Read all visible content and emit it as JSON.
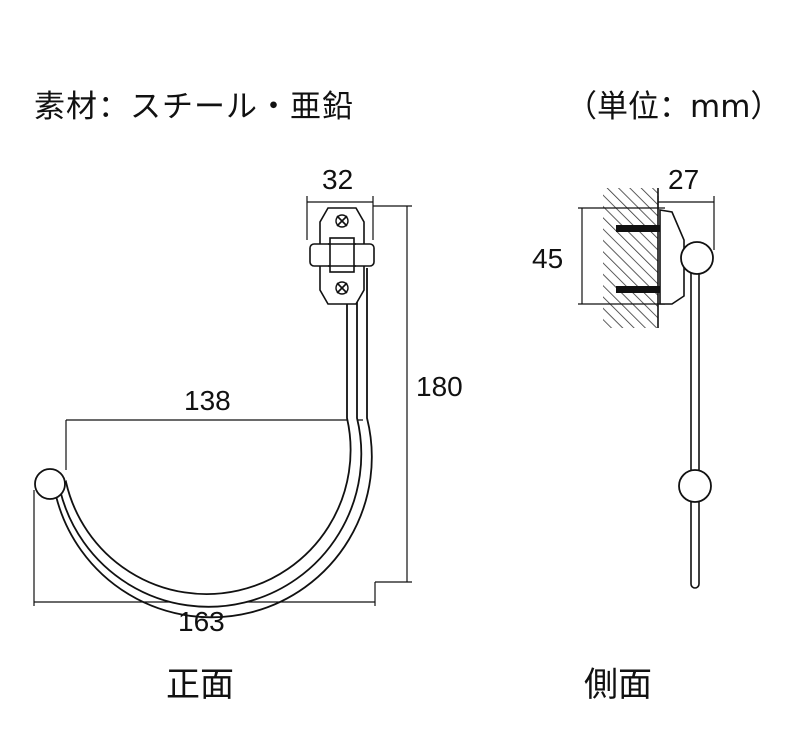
{
  "header": {
    "material": "素材：スチール・亜鉛",
    "unit": "（単位：mm）"
  },
  "front_view": {
    "caption": "正面",
    "dims": {
      "width_top": "32",
      "height": "180",
      "inner_width": "138",
      "total_width": "163"
    }
  },
  "side_view": {
    "caption": "側面",
    "dims": {
      "depth": "27",
      "plate_height": "45"
    }
  },
  "colors": {
    "line": "#111111",
    "fill": "#ffffff",
    "hatch": "#333333"
  }
}
